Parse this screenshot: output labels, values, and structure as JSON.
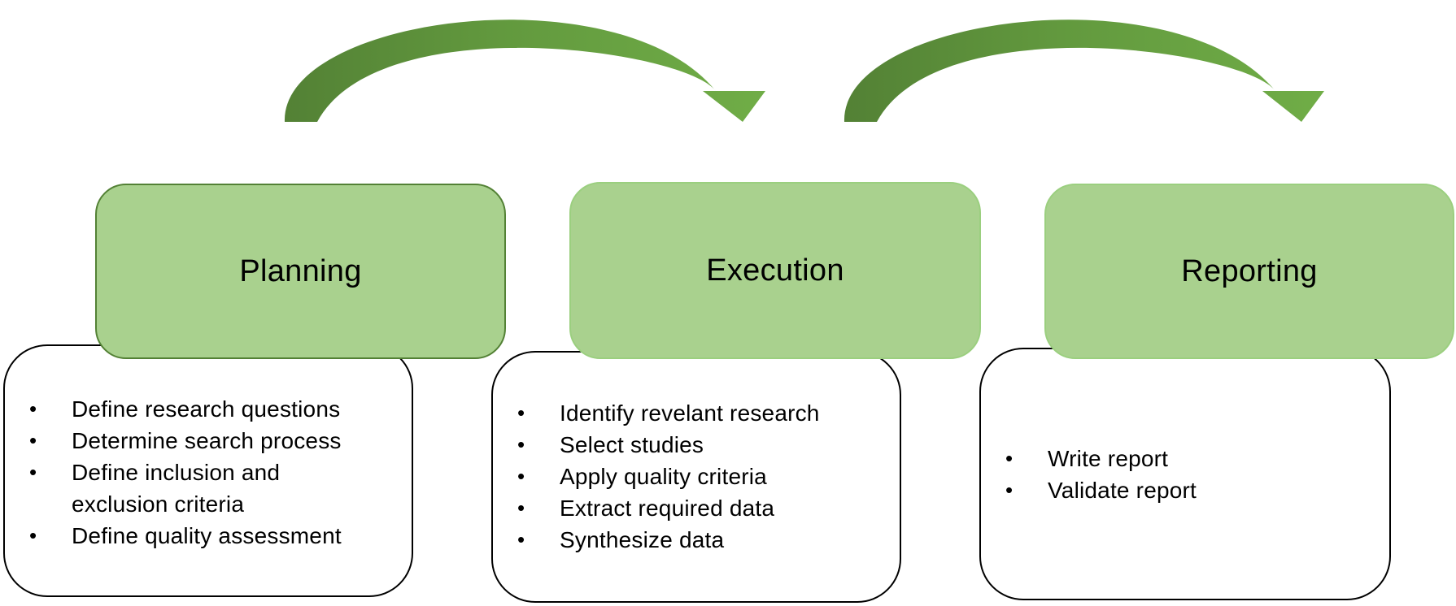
{
  "colors": {
    "phase_fill": "#a9d18e",
    "phase_border_dark": "#538135",
    "phase_border_light": "#9bcf7f",
    "arrow_light": "#70ad47",
    "arrow_dark": "#538135",
    "box_border": "#000000"
  },
  "phases": [
    {
      "label": "Planning",
      "items": [
        "Define research questions",
        "Determine search process",
        "Define inclusion and exclusion criteria",
        "Define quality assessment"
      ]
    },
    {
      "label": "Execution",
      "items": [
        "Identify revelant research",
        "Select studies",
        "Apply quality criteria",
        "Extract required data",
        "Synthesize data"
      ]
    },
    {
      "label": "Reporting",
      "items": [
        "Write report",
        "Validate report"
      ]
    }
  ],
  "connectors": [
    {
      "from": "Planning",
      "to": "Execution",
      "icon": "curved-arrow-icon"
    },
    {
      "from": "Execution",
      "to": "Reporting",
      "icon": "curved-arrow-icon"
    }
  ]
}
